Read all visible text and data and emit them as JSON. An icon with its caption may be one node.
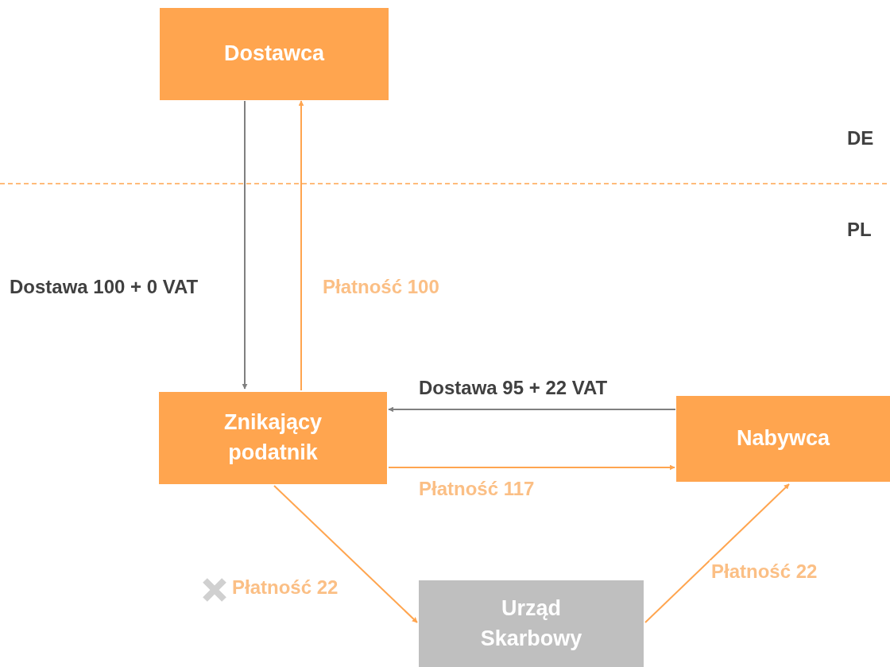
{
  "diagram": {
    "nodes": [
      {
        "text": [
          "Dostawca"
        ]
      },
      {
        "text": [
          "Znikający podatnik"
        ]
      },
      {
        "text": [
          "Nabywca"
        ]
      },
      {
        "text": [
          "Urząd Skarbowy"
        ]
      }
    ],
    "edges": [
      {
        "from": 0,
        "to": 1,
        "arrow": "to",
        "label": "Dostawa 100 + 0 VAT",
        "color": "#808080"
      },
      {
        "from": 1,
        "to": 0,
        "arrow": "to",
        "label": "Płatność 100"
      },
      {
        "from": 2,
        "to": 1,
        "arrow": "to",
        "label": "Dostawa 95 + 22 VAT",
        "color": "#808080"
      },
      {
        "from": 1,
        "to": 2,
        "arrow": "to",
        "label": "Płatność 117"
      },
      {
        "from": 1,
        "to": 3,
        "arrow": "to",
        "label": "Płatność 22"
      },
      {
        "from": 3,
        "to": 2,
        "arrow": "to",
        "label": "Płatność 22"
      }
    ],
    "labels": [
      "DE",
      "PL"
    ]
  }
}
